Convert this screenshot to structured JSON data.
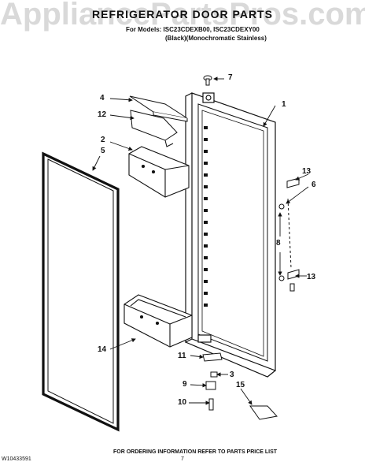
{
  "watermark": "AppliancePartsPros.com",
  "title": "REFRIGERATOR DOOR PARTS",
  "subtitle_models": "For Models: ISC23CDEXB00, ISC23CDEXY00",
  "subtitle_colors": "(Black)(Monochromatic Stainless)",
  "callouts": {
    "c1": "1",
    "c2": "2",
    "c3": "3",
    "c4": "4",
    "c5": "5",
    "c6": "6",
    "c7": "7",
    "c8": "8",
    "c9": "9",
    "c10": "10",
    "c11": "11",
    "c12": "12",
    "c13a": "13",
    "c13b": "13",
    "c14": "14",
    "c15": "15"
  },
  "footer": {
    "ordering_info": "FOR ORDERING INFORMATION REFER TO PARTS PRICE LIST",
    "doc_number": "W10433591",
    "page_number": "7"
  }
}
